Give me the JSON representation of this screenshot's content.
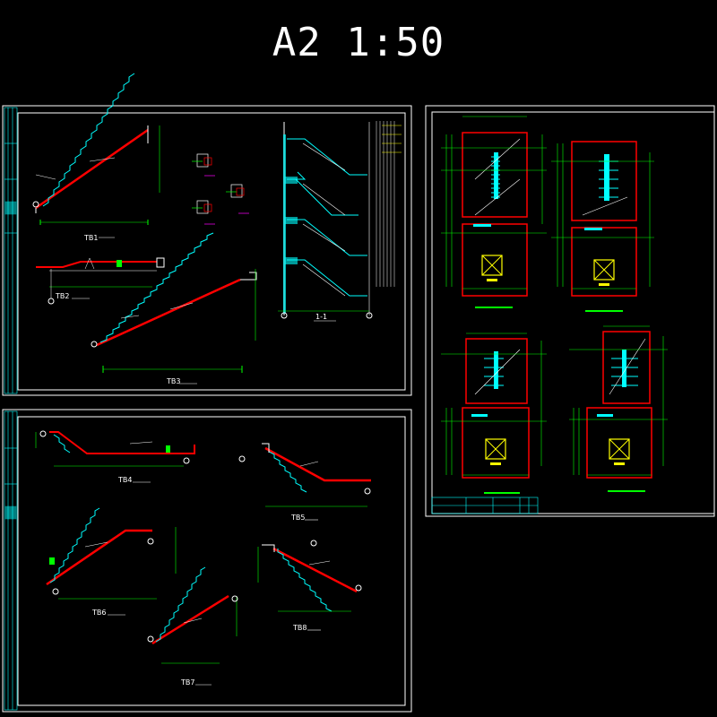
{
  "title": "A2 1:50",
  "sheet1": {
    "labels": {
      "tb1": "TB1",
      "tb2": "TB2",
      "tb3": "TB3",
      "section": "1-1"
    }
  },
  "sheet2": {
    "labels": {
      "tb4": "TB4",
      "tb5": "TB5",
      "tb6": "TB6",
      "tb7": "TB7",
      "tb8": "TB8"
    }
  },
  "colors": {
    "background": "#000000",
    "frame": "#ffffff",
    "stair_slab": "#ff0000",
    "stair_step": "#00ffff",
    "dimension": "#00ff00",
    "rebar": "#ffffff",
    "hatch": "#ffff00"
  }
}
